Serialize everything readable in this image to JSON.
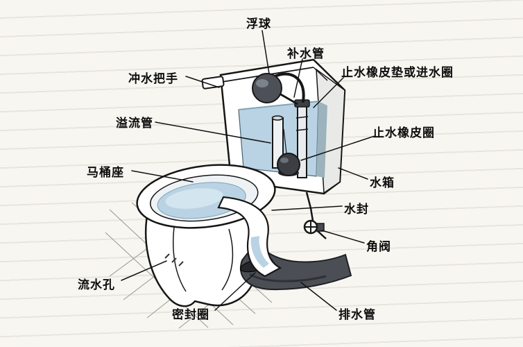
{
  "diagram": {
    "subject": "toilet-anatomy-diagram",
    "labels": [
      {
        "id": "float-ball",
        "text": "浮球"
      },
      {
        "id": "refill-pipe",
        "text": "补水管"
      },
      {
        "id": "flush-handle",
        "text": "冲水把手"
      },
      {
        "id": "inlet-seal",
        "text": "止水橡皮垫或进水圈"
      },
      {
        "id": "overflow-pipe",
        "text": "溢流管"
      },
      {
        "id": "flush-seal",
        "text": "止水橡皮圈"
      },
      {
        "id": "toilet-seat",
        "text": "马桶座"
      },
      {
        "id": "water-tank",
        "text": "水箱"
      },
      {
        "id": "water-seal",
        "text": "水封"
      },
      {
        "id": "angle-valve",
        "text": "角阀"
      },
      {
        "id": "flow-holes",
        "text": "流水孔"
      },
      {
        "id": "sealing-ring",
        "text": "密封圈"
      },
      {
        "id": "drain-pipe",
        "text": "排水管"
      }
    ],
    "colors": {
      "background": "#f7f6f1",
      "ruled_line": "#e7e5de",
      "outline": "#161616",
      "water": "#b9d3e4",
      "water_light": "#d3e5ef",
      "dark_part": "#4b4f55",
      "tank_shadow": "#e9eae7"
    }
  }
}
